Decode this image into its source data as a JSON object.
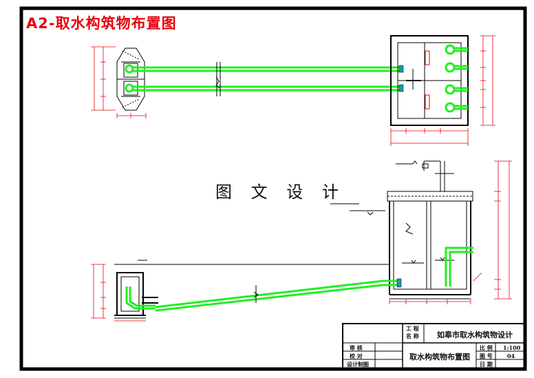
{
  "drawing": {
    "title": "A2-取水构筑物布置图",
    "watermark": "图 文 设 计"
  },
  "title_block": {
    "project_label": "工 程\n名 称",
    "project_name": "如皋市取水构筑物设计",
    "row_labels": [
      "审 核",
      "校 对",
      "设计制图"
    ],
    "drawing_name": "取水构筑物布置图",
    "scale_label": "比 例",
    "scale_value": "1:100",
    "sheet_label": "图 号",
    "sheet_value": "04",
    "date_label": "日 期"
  },
  "colors": {
    "border": "#000000",
    "pipe": "#22ee22",
    "dimension": "#e8000a",
    "structure": "#000000",
    "accent": "#1a9aa8"
  }
}
